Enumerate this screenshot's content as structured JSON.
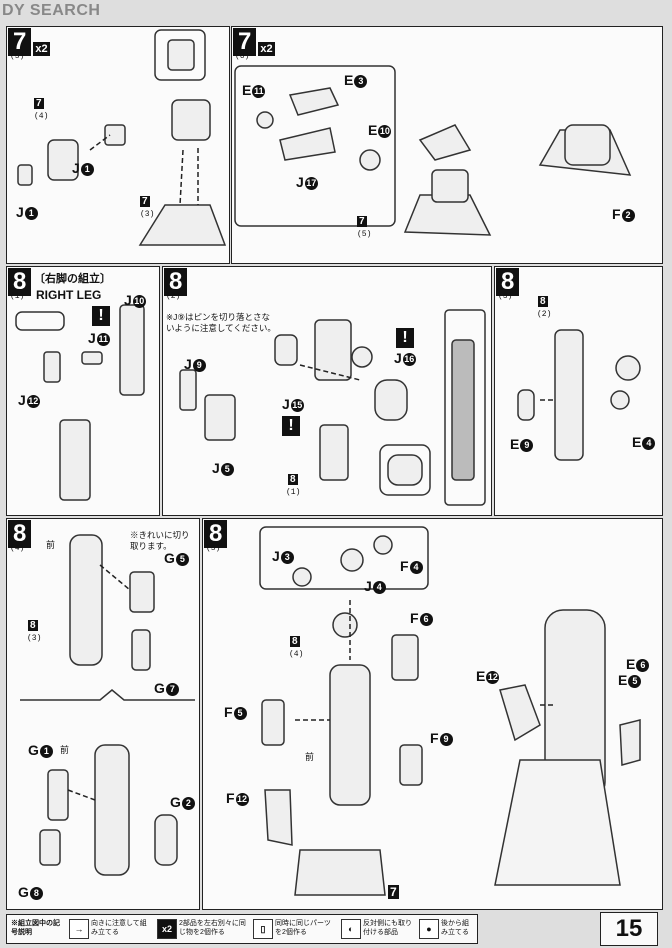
{
  "watermark": "DY SEARCH",
  "step7a": {
    "num": "7",
    "sub": "(5)",
    "mult": "x2"
  },
  "step7b": {
    "num": "7",
    "sub": "(6)",
    "mult": "x2"
  },
  "step8_1": {
    "num": "8",
    "sub": "(1)",
    "title_jp": "〔右脚の組立〕",
    "title_en": "RIGHT LEG"
  },
  "step8_2": {
    "num": "8",
    "sub": "(2)",
    "note": "※J⑨はピンを切り落とさないように注意してください。"
  },
  "step8_3": {
    "num": "8",
    "sub": "(3)"
  },
  "step8_4": {
    "num": "8",
    "sub": "(4)",
    "note": "※きれいに切り取ります。",
    "front": "前"
  },
  "step8_5": {
    "num": "8",
    "sub": "(5)",
    "front": "前"
  },
  "labels": {
    "j1a": "J",
    "j1b": "J",
    "j10": "J",
    "j11": "J",
    "j12": "J",
    "j9": "J",
    "j5": "J",
    "j16": "J",
    "j15": "J",
    "j17": "J",
    "e11": "E",
    "e3": "E",
    "e10": "E",
    "e9": "E",
    "e4": "E",
    "e12": "E",
    "e6": "E",
    "e5": "E",
    "f2": "F",
    "g5": "G",
    "g7": "G",
    "g1": "G",
    "g2": "G",
    "g8": "G",
    "j3": "J",
    "j4": "J",
    "f4": "F",
    "f6": "F",
    "f5": "F",
    "f9": "F",
    "f12": "F"
  },
  "circled": {
    "j1a": "1",
    "j1b": "1",
    "j10": "10",
    "j11": "11",
    "j12": "12",
    "j9": "9",
    "j5": "5",
    "j16": "16",
    "j15": "15",
    "j17": "17",
    "e11": "11",
    "e3": "3",
    "e10": "10",
    "e9": "9",
    "e4": "4",
    "e12": "12",
    "e6": "6",
    "e5": "5",
    "f2": "2",
    "g5": "5",
    "g7": "7",
    "g1": "1",
    "g2": "2",
    "g8": "8",
    "j3": "3",
    "j4": "4",
    "f4": "4",
    "f6": "6",
    "f5": "5",
    "f9": "9",
    "f12": "12"
  },
  "refs": {
    "r7_4": "7",
    "r7_4s": "(4)",
    "r7_3": "7",
    "r7_3s": "(3)",
    "r7_5": "7",
    "r7_5s": "(5)",
    "r8_2": "8",
    "r8_2s": "(2)",
    "r8_1": "8",
    "r8_1s": "(1)",
    "r8_3": "8",
    "r8_3s": "(3)",
    "r8_4": "8",
    "r8_4s": "(4)",
    "r7_end": "7"
  },
  "legend": {
    "title": "※組立図中の記号説明",
    "i1": "向きに注意して組み立てる",
    "i2": "x2",
    "i2t": "2部品を左右別々に同じ物を2個作る",
    "i3t": "同時に同じパーツを2個作る",
    "i4t": "反対側にも取り付ける部品",
    "i5t": "後から組み立てる"
  },
  "page_number": "15"
}
